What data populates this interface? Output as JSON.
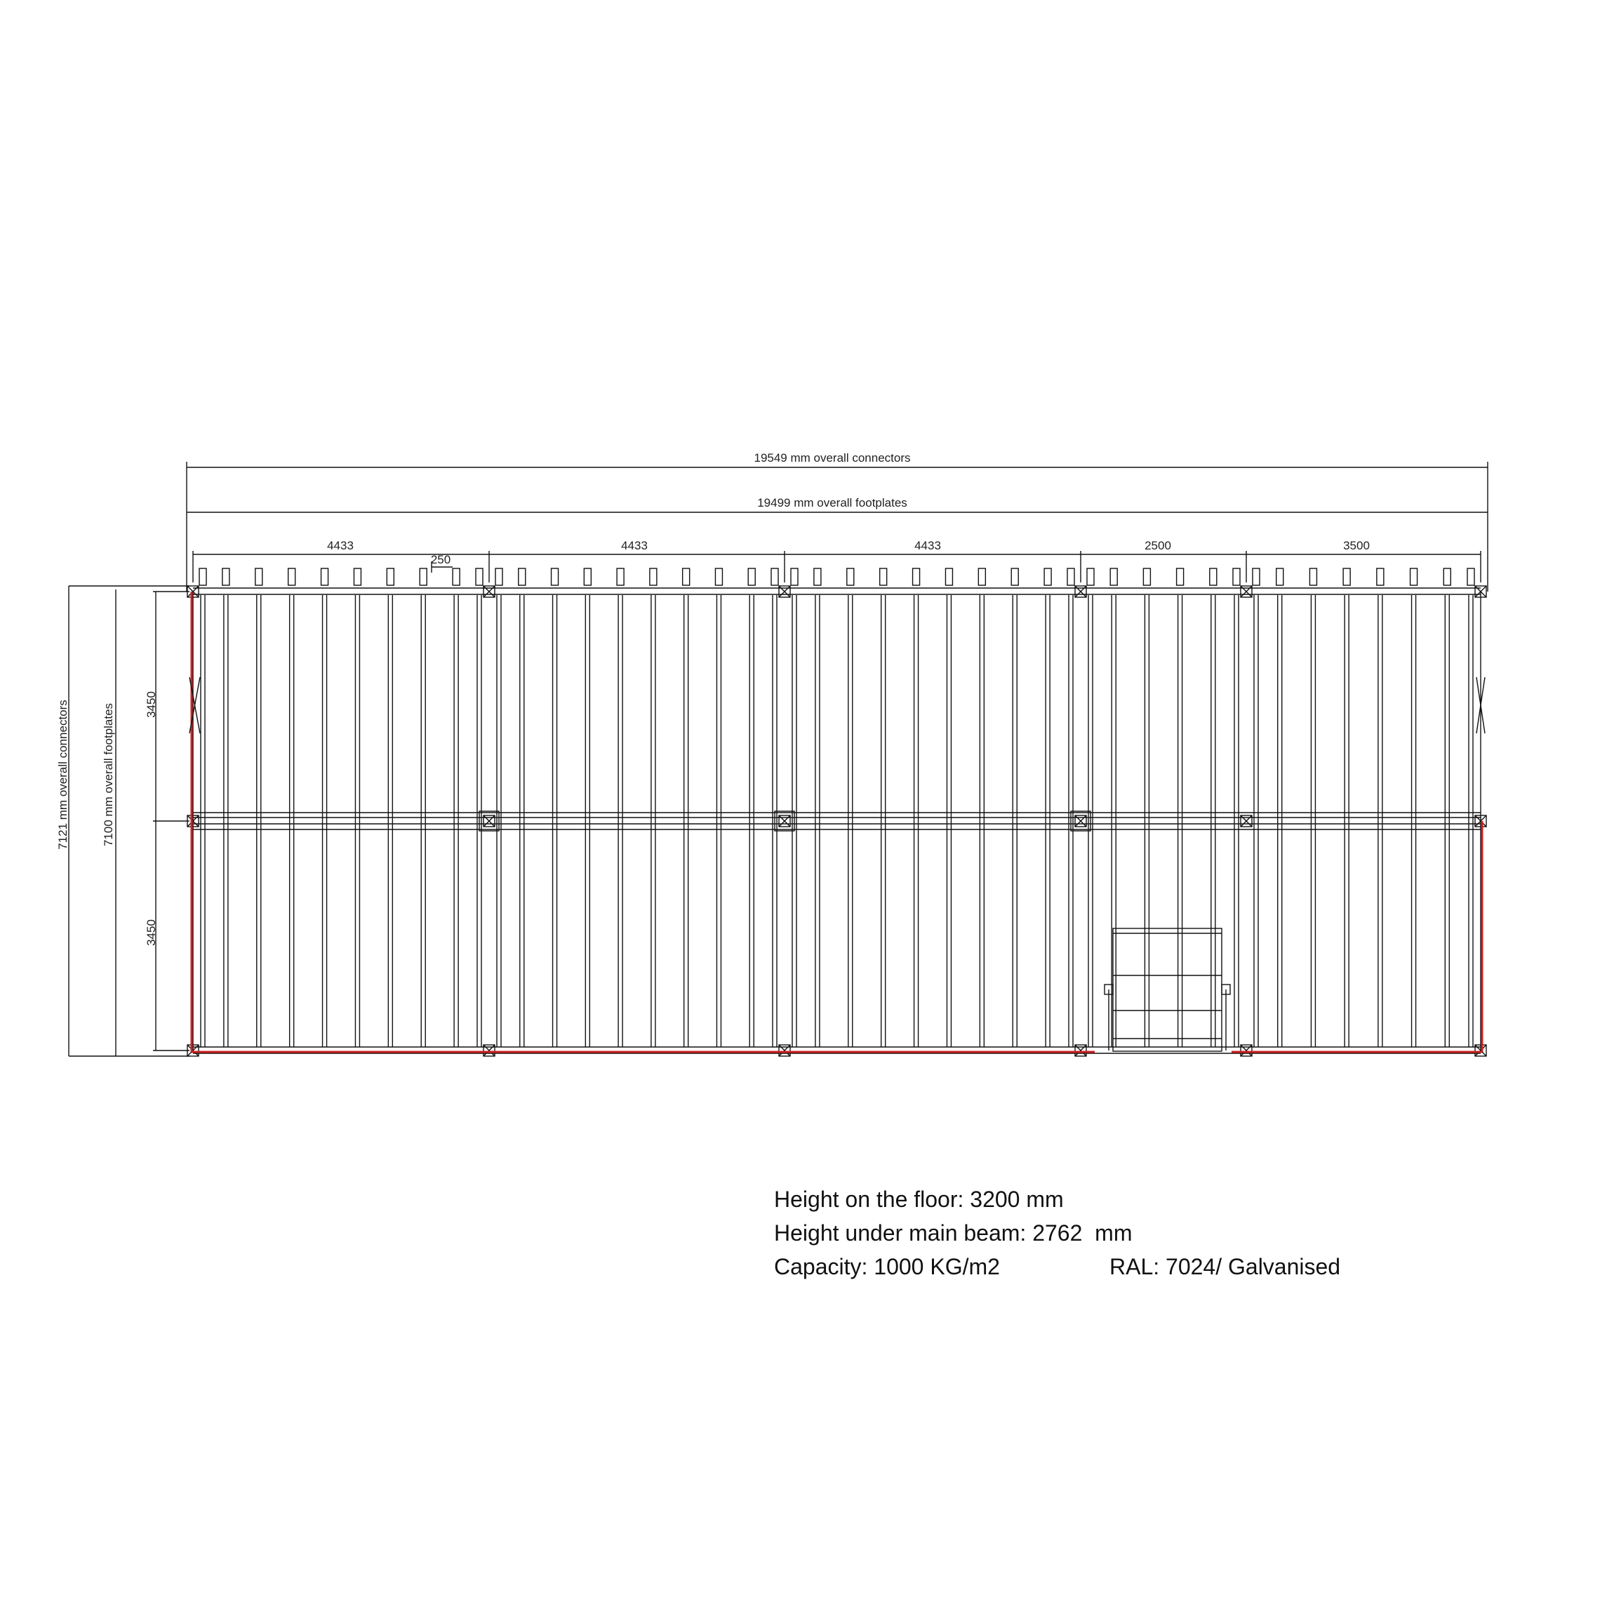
{
  "dimensions": {
    "overall_connectors_width": "19549 mm overall connectors",
    "overall_footplates_width": "19499 mm overall footplates",
    "bay_widths": [
      "4433",
      "4433",
      "4433",
      "2500",
      "3500"
    ],
    "joist_spacing": "250",
    "bay_depths": [
      "3450",
      "3450"
    ],
    "overall_connectors_depth": "7121 mm overall connectors",
    "overall_footplates_depth": "7100 mm overall footplates"
  },
  "specs": {
    "height_floor": "Height on the floor: 3200 mm",
    "height_beam": "Height under main beam: 2762  mm",
    "capacity": "Capacity: 1000 KG/m2",
    "ral": "RAL: 7024/ Galvanised"
  },
  "colors": {
    "line": "#111111",
    "handrail": "#cc2222"
  }
}
